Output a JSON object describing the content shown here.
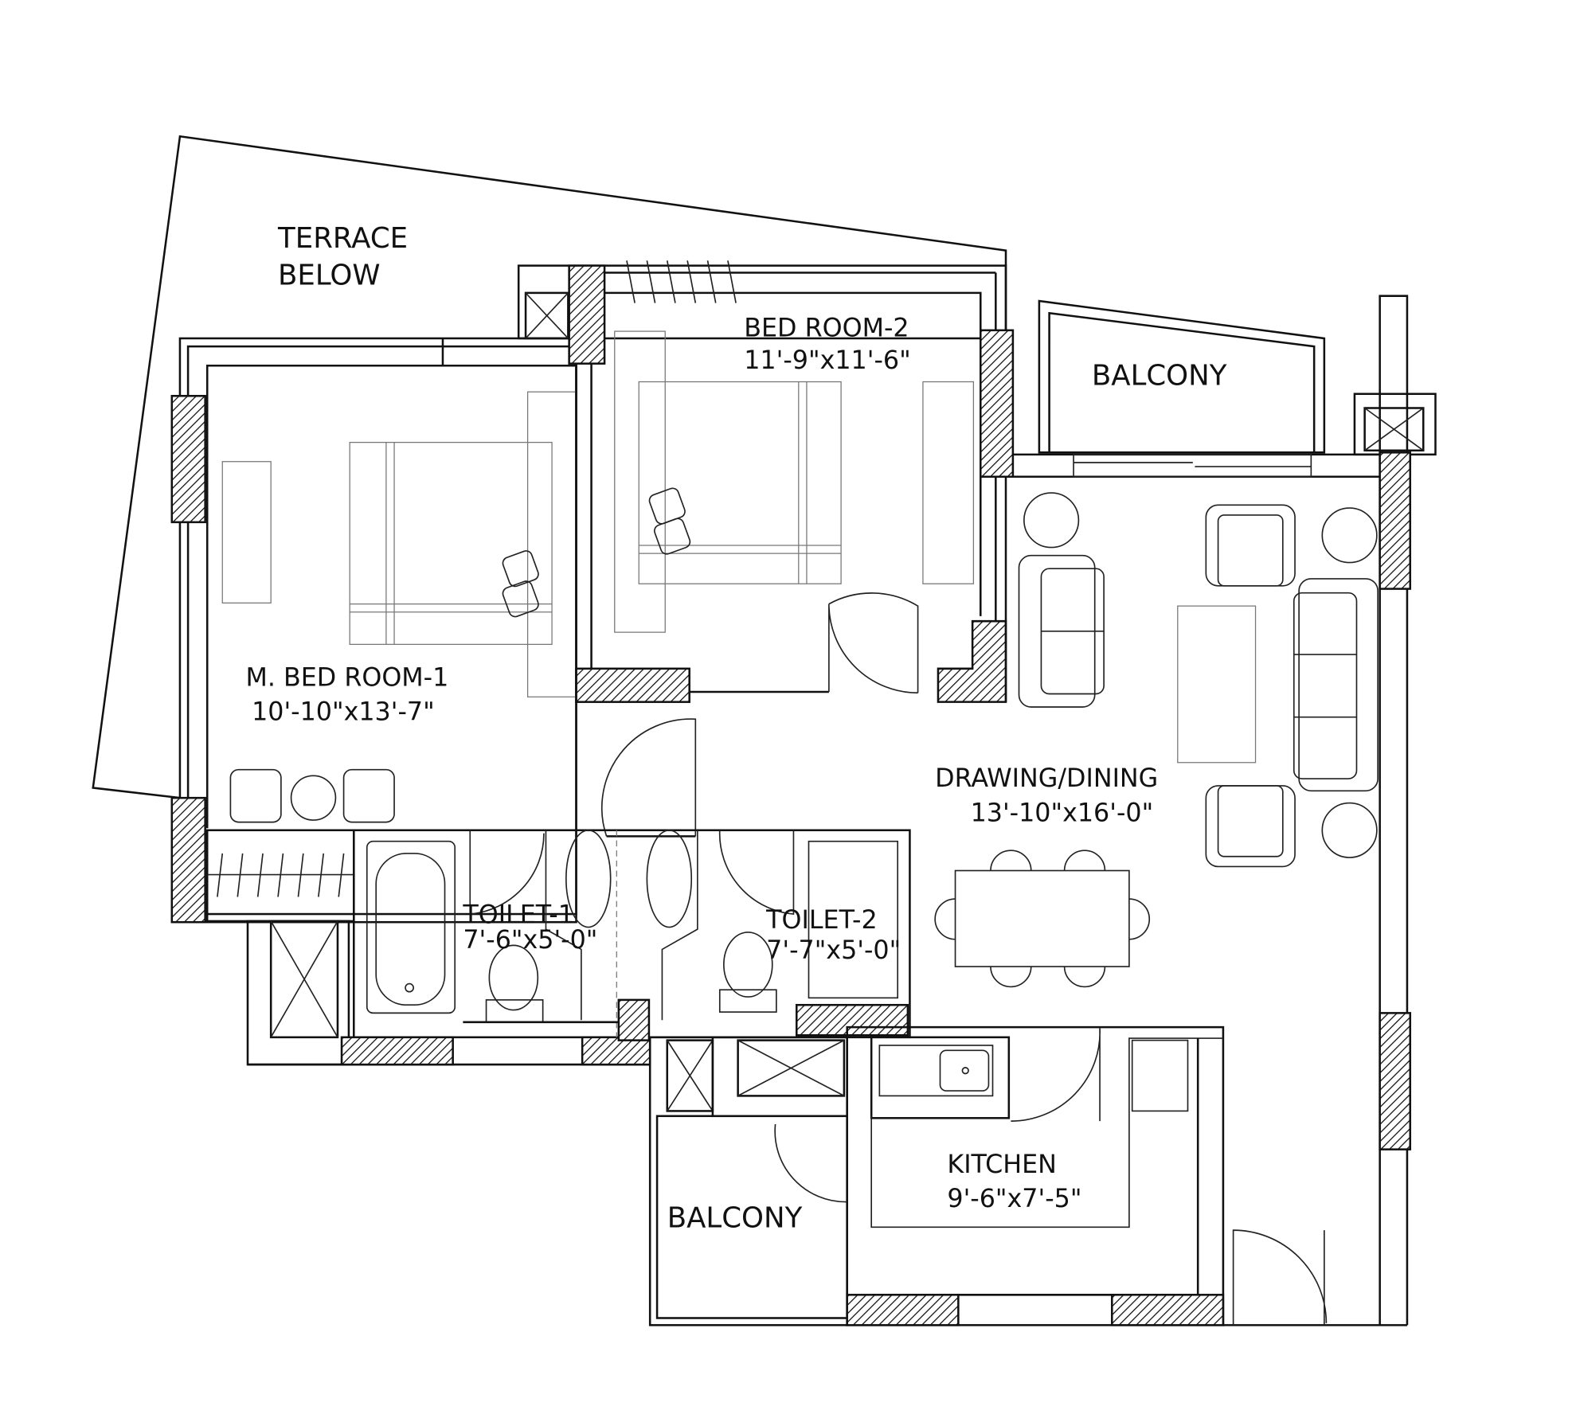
{
  "rooms": {
    "terrace": {
      "line1": "TERRACE",
      "line2": "BELOW"
    },
    "bedroom2": {
      "name": "BED ROOM-2",
      "size": "11'-9\"x11'-6\""
    },
    "master_bedroom": {
      "name": "M. BED ROOM-1",
      "size": "10'-10\"x13'-7\""
    },
    "balcony_top": {
      "name": "BALCONY"
    },
    "drawing_dining": {
      "name": "DRAWING/DINING",
      "size": "13'-10\"x16'-0\""
    },
    "toilet1": {
      "name": "TOILET-1",
      "size": "7'-6\"x5'-0\""
    },
    "toilet2": {
      "name": "TOILET-2",
      "size": "7'-7\"x5'-0\""
    },
    "kitchen": {
      "name": "KITCHEN",
      "size": "9'-6\"x7'-5\""
    },
    "balcony_bottom": {
      "name": "BALCONY"
    }
  }
}
